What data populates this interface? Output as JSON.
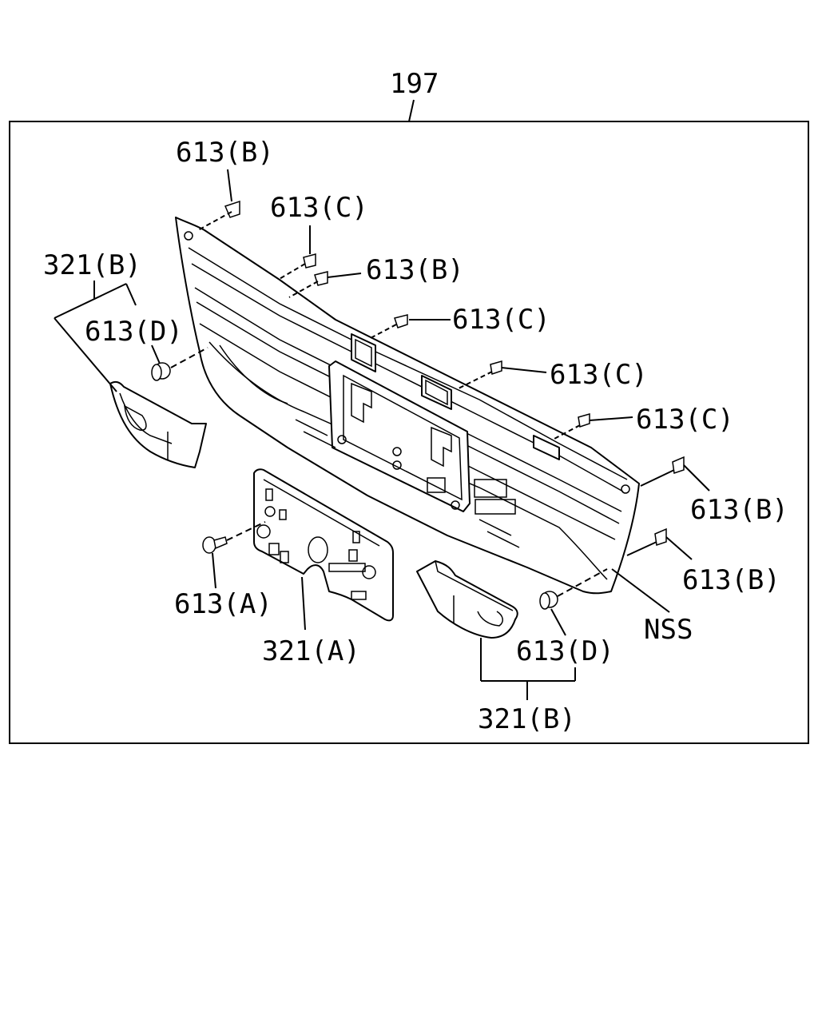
{
  "assembly_ref": "197",
  "callouts": {
    "c613b_1": "613(B)",
    "c613c_1": "613(C)",
    "c613b_2": "613(B)",
    "c321b_left": "321(B)",
    "c613d_left": "613(D)",
    "c613c_2": "613(C)",
    "c613c_3": "613(C)",
    "c613c_4": "613(C)",
    "c613b_3": "613(B)",
    "c613b_4": "613(B)",
    "c613a": "613(A)",
    "c321a": "321(A)",
    "nss": "NSS",
    "c613d_right": "613(D)",
    "c321b_right": "321(B)"
  }
}
